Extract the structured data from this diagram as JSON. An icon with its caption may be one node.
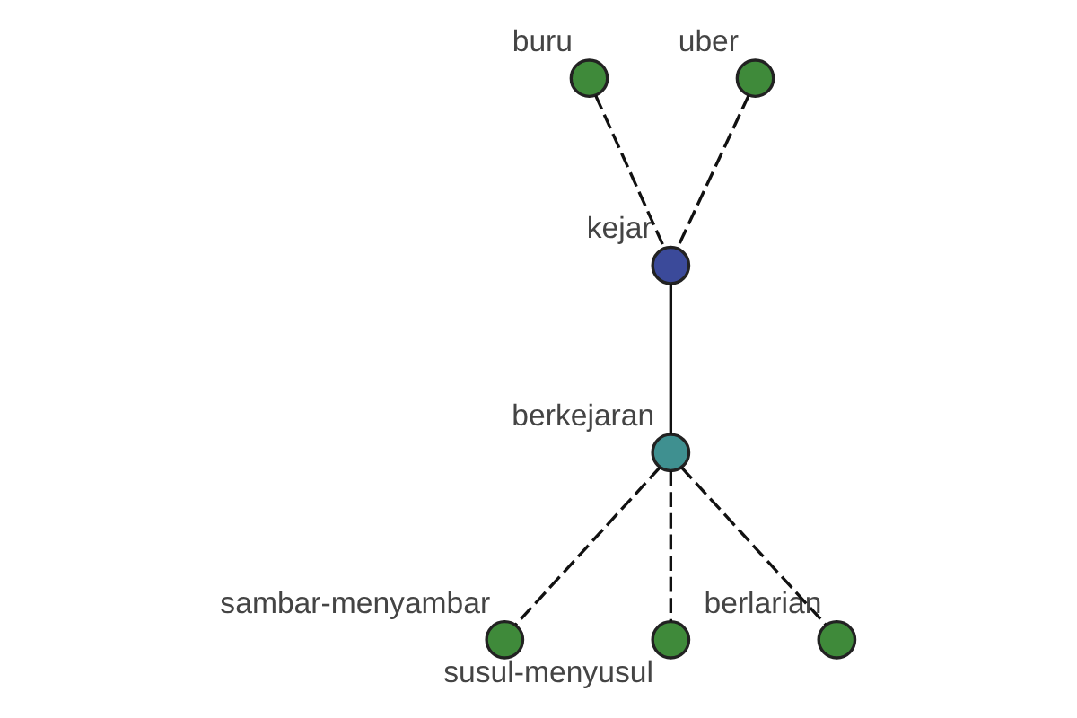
{
  "diagram": {
    "nodes": [
      {
        "text": [
          "buru"
        ]
      },
      {
        "text": [
          "uber"
        ]
      },
      {
        "text": [
          "kejar"
        ]
      },
      {
        "text": [
          "berkejaran"
        ]
      },
      {
        "text": [
          "sambar-menyambar"
        ]
      },
      {
        "text": [
          "susul-menyusul"
        ]
      },
      {
        "text": [
          "berlarian"
        ]
      }
    ],
    "edges": [
      {
        "from": 0,
        "to": 2,
        "arrow": "none",
        "style": "dashed"
      },
      {
        "from": 1,
        "to": 2,
        "arrow": "none",
        "style": "dashed"
      },
      {
        "from": 2,
        "to": 3,
        "arrow": "none"
      },
      {
        "from": 3,
        "to": 4,
        "arrow": "none",
        "style": "dashed"
      },
      {
        "from": 3,
        "to": 5,
        "arrow": "none",
        "style": "dashed"
      },
      {
        "from": 3,
        "to": 6,
        "arrow": "none",
        "style": "dashed"
      }
    ]
  }
}
